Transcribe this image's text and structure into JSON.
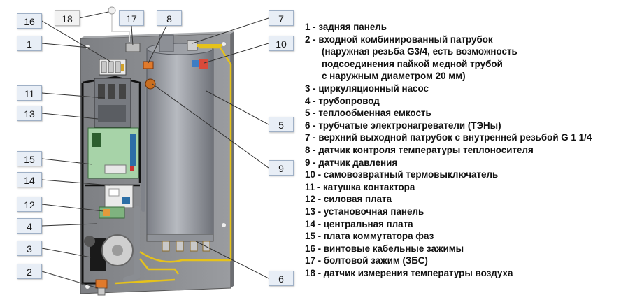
{
  "callouts": [
    "1",
    "2",
    "3",
    "4",
    "5",
    "6",
    "7",
    "8",
    "9",
    "10",
    "11",
    "12",
    "13",
    "14",
    "15",
    "16",
    "17",
    "18"
  ],
  "legend": [
    "1 - задняя панель",
    "2 - входной комбинированный патрубок",
    "(наружная резьба G3/4, есть возможность",
    "подсоединения пайкой медной трубой",
    "с наружным диаметром 20 мм)",
    "3 - циркуляционный насос",
    "4 - трубопровод",
    "5 - теплообменная емкость",
    "6 - трубчатые электронагреватели (ТЭНы)",
    "7 - верхний выходной патрубок с внутренней резьбой G 1 1/4",
    "8 - датчик контроля температуры теплоносителя",
    "9 - датчик давления",
    "10 - самовозвратный термовыключатель",
    "11 - катушка контактора",
    "12 - силовая плата",
    "13 - установочная панель",
    "14 - центральная плата",
    "15 - плата коммутатора фаз",
    "16 - винтовые кабельные зажимы",
    "17 - болтовой зажим (ЗБС)",
    "18 - датчик измерения температуры воздуха"
  ]
}
